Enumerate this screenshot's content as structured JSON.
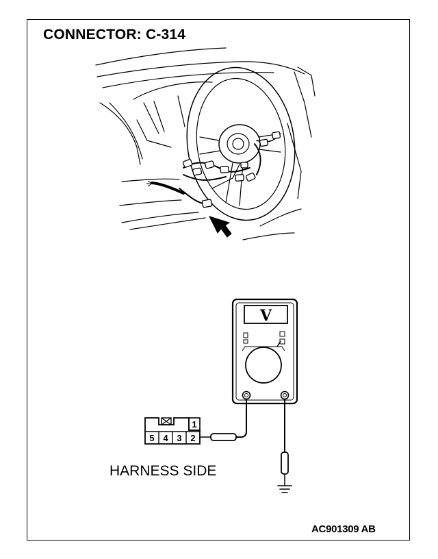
{
  "title": "CONNECTOR: C-314",
  "harness_label": "HARNESS SIDE",
  "figure_code": "AC901309 AB",
  "meter": {
    "display_symbol": "V"
  },
  "connector": {
    "top_pins": [
      "1"
    ],
    "bottom_pins": [
      "5",
      "4",
      "3",
      "2"
    ]
  }
}
